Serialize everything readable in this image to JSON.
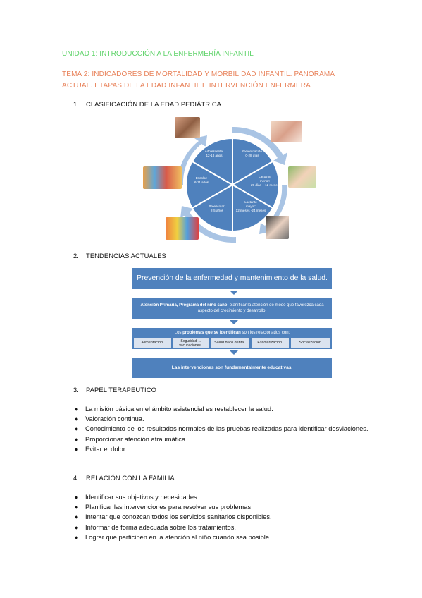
{
  "unit_title": "UNIDAD 1: INTRODUCCIÓN A LA ENFERMERÍA INFANTIL",
  "tema": "TEMA 2: INDICADORES DE MORTALIDAD Y MORBILIDAD INFANTIL. PANORAMA ACTUAL. ETAPAS DE LA EDAD INFANTIL E INTERVENCIÓN ENFERMERA",
  "sections": [
    {
      "num": "1.",
      "title": "CLASIFICACIÓN DE LA EDAD PEDIÁTRICA"
    },
    {
      "num": "2.",
      "title": "TENDENCIAS ACTUALES"
    },
    {
      "num": "3.",
      "title": "PAPEL TERAPEUTICO"
    },
    {
      "num": "4.",
      "title": "RELACIÓN CON LA FAMILIA"
    }
  ],
  "wheel": {
    "segments": [
      {
        "line1": "Recién nacido:",
        "line2": "0-28 días",
        "line3": ""
      },
      {
        "line1": "Lactante",
        "line2": "menor:",
        "line3": "29 días – 12 meses"
      },
      {
        "line1": "Lactante",
        "line2": "mayor:",
        "line3": "12 meses -24 meses"
      },
      {
        "line1": "Preescolar:",
        "line2": "2-5 años",
        "line3": ""
      },
      {
        "line1": "Escolar:",
        "line2": "6-11 años",
        "line3": ""
      },
      {
        "line1": "Adolescente:",
        "line2": "12-18 años",
        "line3": ""
      }
    ],
    "colors": {
      "fill": "#4f81bd",
      "arrow": "#a9c4e4"
    }
  },
  "trends": {
    "top": "Prevención de la enfermedad y mantenimiento de la salud.",
    "primary_bold": "Atención Primaria, Programa del niño sano",
    "primary_rest": ", planificar la atención de modo que favorezca cada aspecto del crecimiento y desarrollo.",
    "problems_pre": "Los ",
    "problems_bold": "problemas que se identifican",
    "problems_post": " son los relacionados con:",
    "categories": [
      "Alimentación.",
      "Seguridad → vacunaciones .",
      "Salud buco dental.",
      "Escolarización.",
      "Socialización."
    ],
    "bottom": "Las intervenciones son fundamentalmente educativas."
  },
  "papel_bullets": [
    "La misión básica en el ámbito asistencial es restablecer la salud.",
    "Valoración continua.",
    "Conocimiento de los resultados normales de las pruebas realizadas para identificar desviaciones.",
    "Proporcionar atención atraumática.",
    "Evitar el dolor"
  ],
  "familia_bullets": [
    "Identificar sus objetivos y necesidades.",
    "Planificar las intervenciones para resolver sus problemas",
    "Intentar que conozcan todos los servicios sanitarios disponibles.",
    "Informar de forma adecuada sobre los tratamientos.",
    "Lograr que participen en la atención al niño cuando sea posible."
  ]
}
